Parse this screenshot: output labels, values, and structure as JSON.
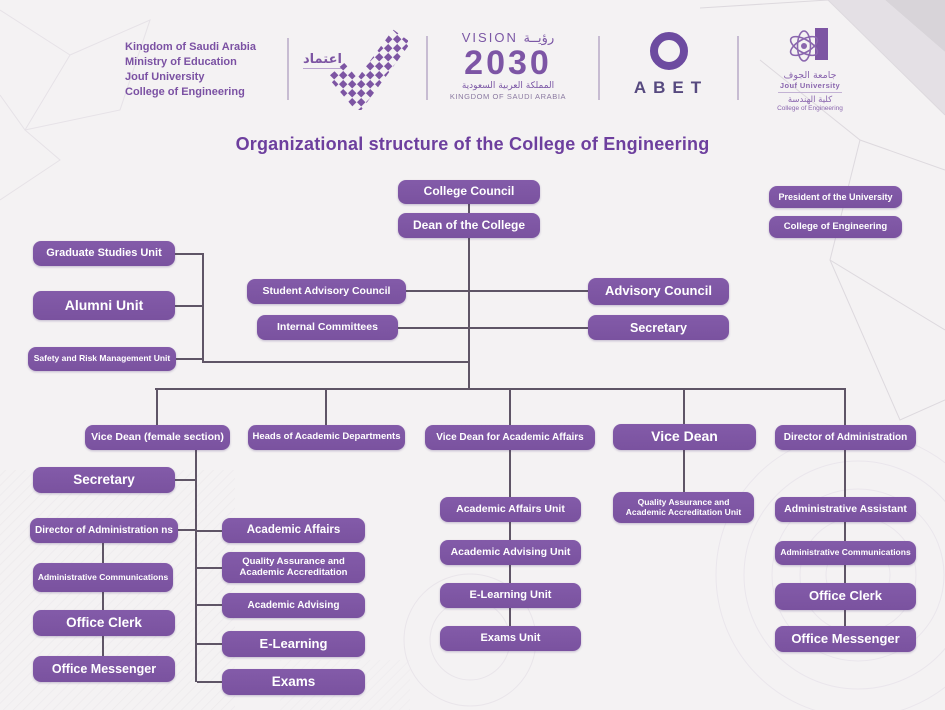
{
  "header": {
    "org_lines": [
      "Kingdom of Saudi Arabia",
      "Ministry of Education",
      "Jouf University",
      "College of Engineering"
    ],
    "etimad": {
      "arabic": "اعتماد"
    },
    "vision": {
      "label_en": "VISION",
      "label_ar": "رؤيــة",
      "year": "2030",
      "country_ar": "المملكة العربية السعودية",
      "country_en": "KINGDOM OF SAUDI ARABIA"
    },
    "abet": {
      "label": "ABET"
    },
    "jouf": {
      "name_ar": "جامعة الجوف",
      "name_en": "Jouf University",
      "college_ar": "كلية الهندسة",
      "college_en": "College of Engineering"
    }
  },
  "title": "Organizational structure of the College of Engineering",
  "colors": {
    "box": "#7a529f",
    "line": "#5f5566",
    "title": "#6d3f9e",
    "background": "#f4f2f3"
  },
  "boxes": [
    {
      "id": "college-council",
      "label": "College Council"
    },
    {
      "id": "dean-of-the-college",
      "label": "Dean of the College"
    },
    {
      "id": "president-of-the-university",
      "label": "President of the University"
    },
    {
      "id": "college-of-engineering",
      "label": "College of Engineering"
    },
    {
      "id": "graduate-studies-unit",
      "label": "Graduate Studies Unit"
    },
    {
      "id": "alumni-unit",
      "label": "Alumni Unit"
    },
    {
      "id": "safety-risk-management-unit",
      "label": "Safety and Risk Management Unit"
    },
    {
      "id": "student-advisory-council",
      "label": "Student Advisory Council"
    },
    {
      "id": "internal-committees",
      "label": "Internal Committees"
    },
    {
      "id": "advisory-council",
      "label": "Advisory Council"
    },
    {
      "id": "secretary-top",
      "label": "Secretary"
    },
    {
      "id": "vice-dean-female-section",
      "label": "Vice Dean (female section)"
    },
    {
      "id": "heads-of-academic-departments",
      "label": "Heads of Academic Departments"
    },
    {
      "id": "vice-dean-academic-affairs",
      "label": "Vice Dean for Academic Affairs"
    },
    {
      "id": "vice-dean",
      "label": "Vice Dean"
    },
    {
      "id": "director-of-administration",
      "label": "Director of Administration"
    },
    {
      "id": "secretary-left",
      "label": "Secretary"
    },
    {
      "id": "director-of-administration-ns",
      "label": "Director of Administration ns"
    },
    {
      "id": "administrative-communications-left",
      "label": "Administrative Communications"
    },
    {
      "id": "office-clerk-left",
      "label": "Office Clerk"
    },
    {
      "id": "office-messenger-left",
      "label": "Office Messenger"
    },
    {
      "id": "academic-affairs",
      "label": "Academic Affairs"
    },
    {
      "id": "quality-assurance-academic-accreditation",
      "label": "Quality Assurance and Academic Accreditation"
    },
    {
      "id": "academic-advising",
      "label": "Academic Advising"
    },
    {
      "id": "e-learning",
      "label": "E-Learning"
    },
    {
      "id": "exams",
      "label": "Exams"
    },
    {
      "id": "academic-affairs-unit",
      "label": "Academic Affairs Unit"
    },
    {
      "id": "academic-advising-unit",
      "label": "Academic Advising Unit"
    },
    {
      "id": "e-learning-unit",
      "label": "E-Learning Unit"
    },
    {
      "id": "exams-unit",
      "label": "Exams Unit"
    },
    {
      "id": "quality-assurance-accreditation-unit",
      "label": "Quality Assurance and Academic Accreditation Unit"
    },
    {
      "id": "administrative-assistant",
      "label": "Administrative Assistant"
    },
    {
      "id": "administrative-communications-right",
      "label": "Administrative Communications"
    },
    {
      "id": "office-clerk-right",
      "label": "Office Clerk"
    },
    {
      "id": "office-messenger-right",
      "label": "Office Messenger"
    }
  ]
}
